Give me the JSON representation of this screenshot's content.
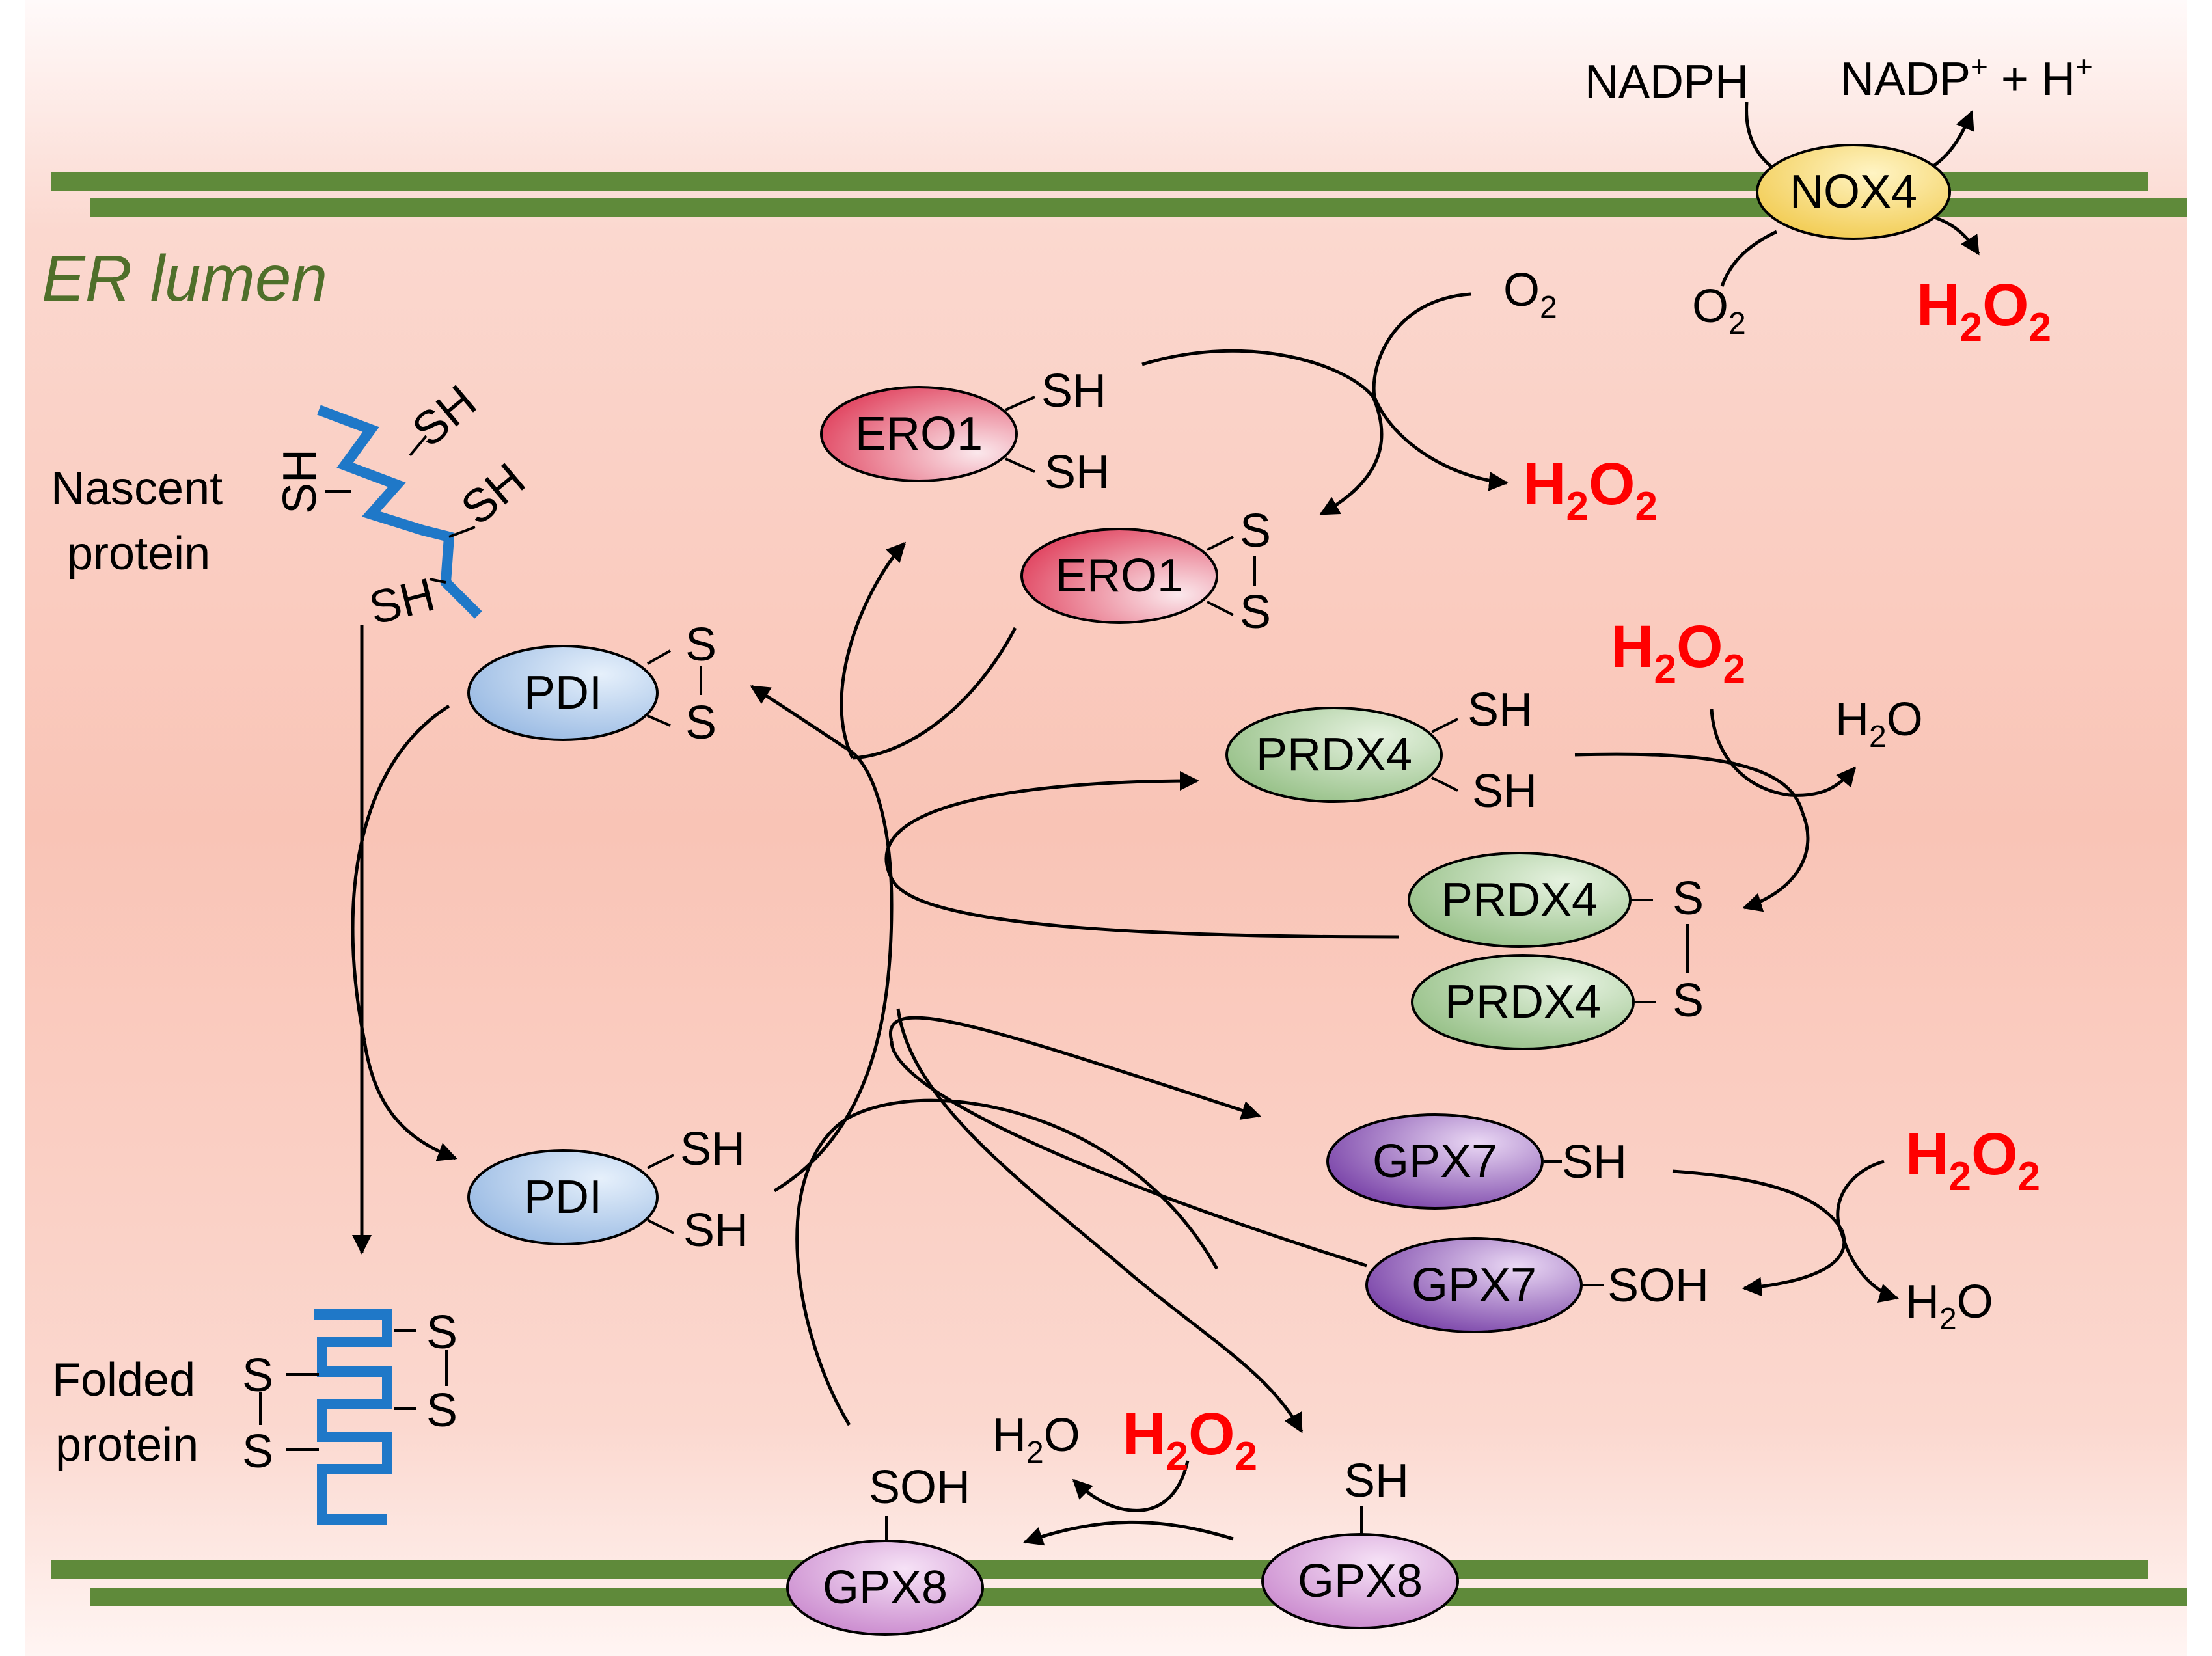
{
  "title": "ER lumen",
  "colors": {
    "membrane": "#5f8a3a",
    "background_top": "#fffafa",
    "background_lumen": "#f9c6b8",
    "h2o2": "#ff0000",
    "chain": "#1f78c8",
    "pdi": "#9cbde6",
    "ero1": "#e8566f",
    "prdx4": "#9dc48f",
    "gpx7": "#7b43a8",
    "gpx8": "#cc86cf",
    "nox4": "#f2cf55"
  },
  "nox4": {
    "label": "NOX4",
    "substrate": "NADPH",
    "product": "NADP",
    "product_charge": "+",
    "plus": "+ H",
    "proton_charge": "+",
    "oxygen": "O",
    "oxygen_sub": "2",
    "h2o2_H": "H",
    "h2o2_sub1": "2",
    "h2o2_O": "O",
    "h2o2_sub2": "2"
  },
  "nascent_protein": {
    "line1": "Nascent",
    "line2": "protein",
    "thiols": [
      "SH",
      "SH",
      "SH",
      "SH"
    ]
  },
  "folded_protein": {
    "line1": "Folded",
    "line2": "protein",
    "sulfurs": [
      "S",
      "S",
      "S",
      "S"
    ]
  },
  "pdi": {
    "oxidized_label": "PDI",
    "reduced_label": "PDI",
    "oxidized_groups": [
      "S",
      "S"
    ],
    "reduced_groups": [
      "SH",
      "SH"
    ]
  },
  "ero1": {
    "reduced_label": "ERO1",
    "oxidized_label": "ERO1",
    "reduced_groups": [
      "SH",
      "SH"
    ],
    "oxidized_groups": [
      "S",
      "S"
    ],
    "oxygen": "O",
    "oxygen_sub": "2",
    "h2o2_H": "H",
    "h2o2_sub1": "2",
    "h2o2_O": "O",
    "h2o2_sub2": "2"
  },
  "prdx4": {
    "reduced_label": "PRDX4",
    "dimer_labels": [
      "PRDX4",
      "PRDX4"
    ],
    "reduced_groups": [
      "SH",
      "SH"
    ],
    "dimer_groups": [
      "S",
      "S"
    ],
    "h2o2_H": "H",
    "h2o2_sub1": "2",
    "h2o2_O": "O",
    "h2o2_sub2": "2",
    "water_H": "H",
    "water_sub": "2",
    "water_O": "O"
  },
  "gpx7": {
    "reduced_label": "GPX7",
    "oxidized_label": "GPX7",
    "reduced_group": "SH",
    "oxidized_group": "SOH",
    "h2o2_H": "H",
    "h2o2_sub1": "2",
    "h2o2_O": "O",
    "h2o2_sub2": "2",
    "water_H": "H",
    "water_sub": "2",
    "water_O": "O"
  },
  "gpx8": {
    "oxidized_label": "GPX8",
    "reduced_label": "GPX8",
    "oxidized_group": "SOH",
    "reduced_group": "SH",
    "h2o2_H": "H",
    "h2o2_sub1": "2",
    "h2o2_O": "O",
    "h2o2_sub2": "2",
    "water_H": "H",
    "water_sub": "2",
    "water_O": "O"
  }
}
